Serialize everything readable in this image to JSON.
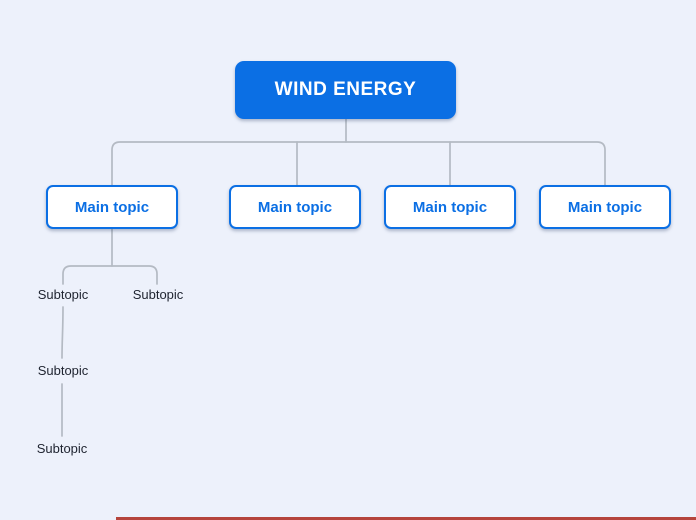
{
  "canvas": {
    "colors": {
      "background": "#edf1fb",
      "accent": "#0b6fe4",
      "connector": "#b4bac3",
      "strip": "#b5443c"
    }
  },
  "mindmap": {
    "root": {
      "label": "WIND ENERGY"
    },
    "main_topics": [
      {
        "label": "Main topic"
      },
      {
        "label": "Main topic"
      },
      {
        "label": "Main topic"
      },
      {
        "label": "Main topic"
      }
    ],
    "subtopics": [
      {
        "label": "Subtopic"
      },
      {
        "label": "Subtopic"
      },
      {
        "label": "Subtopic"
      },
      {
        "label": "Subtopic"
      }
    ]
  }
}
